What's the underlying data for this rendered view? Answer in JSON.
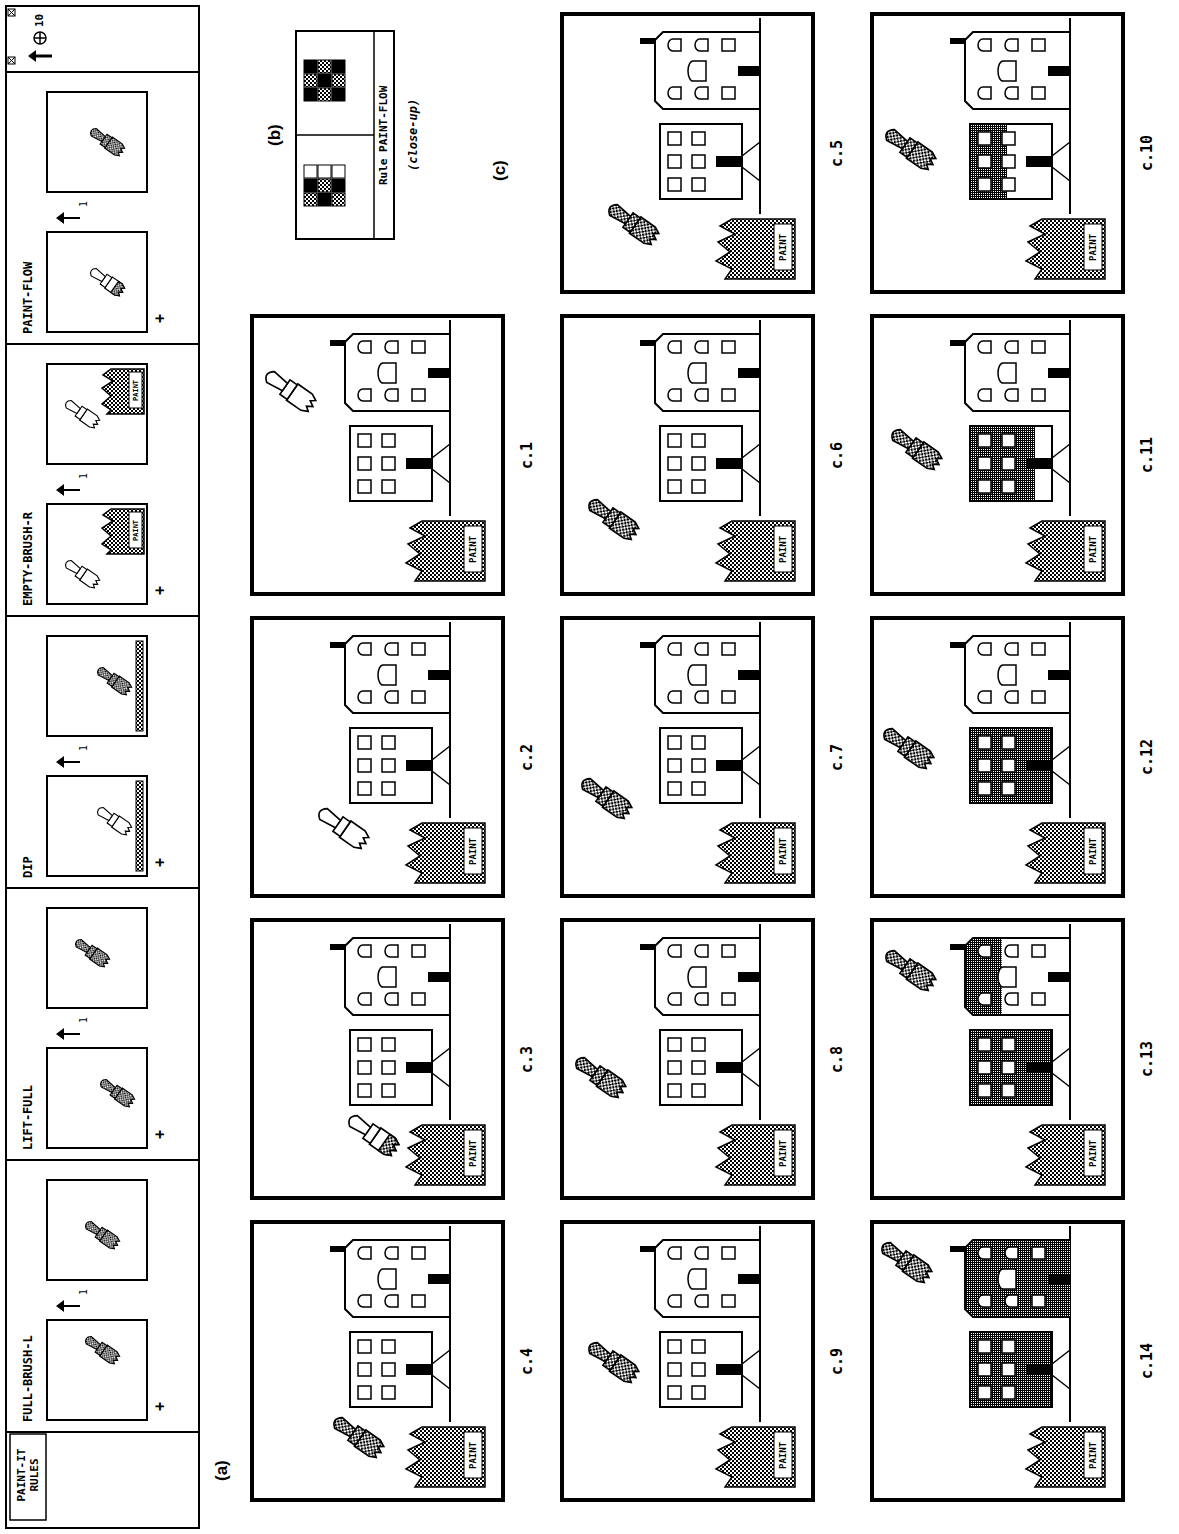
{
  "diagram": {
    "nodes": [
      {
        "text": [
          "PAINT-IT RULES"
        ]
      },
      {
        "text": [
          "PAINT-FLOW",
          "1",
          "+"
        ],
        "in": 0
      },
      {
        "text": [
          "EMPTY-BRUSH-R",
          "PAINT",
          "1",
          "PAINT",
          "+"
        ],
        "in": 0
      },
      {
        "text": [
          "DIP",
          "1",
          "+"
        ],
        "in": 0
      },
      {
        "text": [
          "LIFT-FULL",
          "1",
          "+"
        ],
        "in": 0
      },
      {
        "text": [
          "FULL-BRUSH-L",
          "1",
          "+"
        ],
        "in": 0
      },
      {
        "text": [
          "Rule PAINT-FLOW"
        ]
      },
      {
        "text": [
          "PAINT",
          "c.1"
        ]
      },
      {
        "text": [
          "PAINT",
          "c.2"
        ]
      },
      {
        "text": [
          "PAINT",
          "c.3"
        ]
      },
      {
        "text": [
          "PAINT",
          "c.4"
        ]
      },
      {
        "text": [
          "PAINT",
          "c.5"
        ]
      },
      {
        "text": [
          "PAINT",
          "c.6"
        ]
      },
      {
        "text": [
          "PAINT",
          "c.7"
        ]
      },
      {
        "text": [
          "PAINT",
          "c.8"
        ]
      },
      {
        "text": [
          "PAINT",
          "c.9"
        ]
      },
      {
        "text": [
          "PAINT",
          "c.10"
        ]
      },
      {
        "text": [
          "PAINT",
          "c.11"
        ]
      },
      {
        "text": [
          "PAINT",
          "c.12"
        ]
      },
      {
        "text": [
          "PAINT",
          "c.13"
        ]
      },
      {
        "text": [
          "PAINT",
          "c.14"
        ]
      }
    ],
    "labels": [
      "10",
      "(b)",
      "(close-up)",
      "(c)",
      "(a)"
    ]
  }
}
